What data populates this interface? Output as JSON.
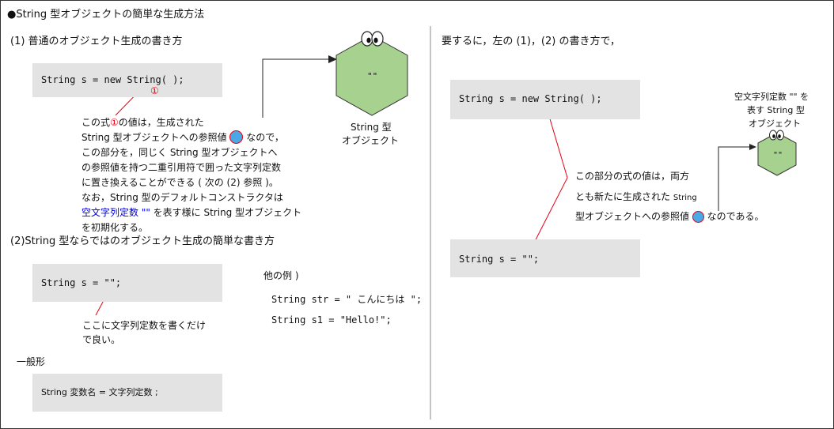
{
  "title": "●String 型オブジェクトの簡単な生成方法",
  "left": {
    "heading1": "(1) 普通のオブジェクト生成の書き方",
    "code1": "String s = new String( );",
    "marker1": "①",
    "explain": {
      "l1_a": "この式",
      "l1_mark": "①",
      "l1_b": "の値は，生成された",
      "l2_a": "String 型オブジェクトへの参照値",
      "l2_b": "なので，",
      "l3": "この部分を，同じく String 型オブジェクトへ",
      "l4": "の参照値を持つ二重引用符で囲った文字列定数",
      "l5": "に置き換えることができる ( 次の (2) 参照 )。",
      "l6": "なお，String 型のデフォルトコンストラクタは",
      "l7_blue": "空文字列定数 \"\"",
      "l7_b": " を表す様に String 型オブジェクト",
      "l8": "を初期化する。"
    },
    "hex_label": "\"\"",
    "obj_line1": "String 型",
    "obj_line2": "オブジェクト",
    "heading2": "(2)String 型ならではのオブジェクト生成の簡単な書き方",
    "code2": "String s = \"\";",
    "note2_l1": "ここに文字列定数を書くだけ",
    "note2_l2": "で良い。",
    "other_title": "他の例 )",
    "other1": "String str = \" こんにちは \";",
    "other2": "String s1 = \"Hello!\";",
    "general_title": "一般形",
    "general_code": "String 変数名 = 文字列定数 ;"
  },
  "right": {
    "heading": "要するに，左の (1)，(2) の書き方で，",
    "code1": "String s = new String( );",
    "explain_l1": "この部分の式の値は，両方",
    "explain_l2a": "とも新たに生成された",
    "explain_l2b": "String",
    "explain_l3a": "型オブジェクトへの参照値",
    "explain_l3b": "なのである。",
    "obj_l1": "空文字列定数 \"\" を",
    "obj_l2": "表す String 型",
    "obj_l3": "オブジェクト",
    "hex_label": "\"\"",
    "code2": "String s = \"\";"
  }
}
